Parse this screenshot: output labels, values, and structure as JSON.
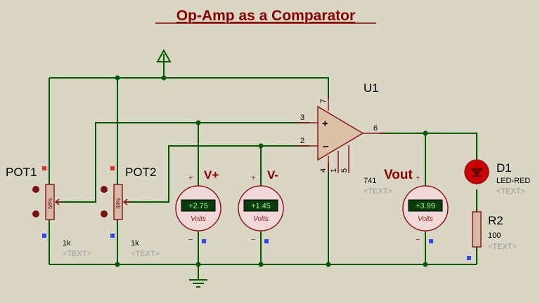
{
  "title": "Op-Amp as a Comparator",
  "colors": {
    "background": "#d9d6c6",
    "wire": "#005a00",
    "component": "#8b1a1a",
    "title": "#8b0000",
    "pin_marker_red": "#e83030",
    "pin_marker_blue": "#3a44ee",
    "meter_body": "#f0d8d8",
    "display_bg": "#0a3b0a",
    "display_text": "#9dff9d",
    "led": "#cc0000",
    "placeholder_text": "#9a9a9a"
  },
  "opamp": {
    "ref": "U1",
    "value": "741",
    "text_placeholder": "<TEXT>",
    "pins": {
      "noninv": "3",
      "inv": "2",
      "out": "6",
      "vminus": "4",
      "offset1": "1",
      "offset2": "5",
      "vplus": "7"
    },
    "plus_sign": "+",
    "minus_sign": "−"
  },
  "pot1": {
    "ref": "POT1",
    "value": "1k",
    "text_placeholder": "<TEXT>",
    "wiper_text": "56%"
  },
  "pot2": {
    "ref": "POT2",
    "value": "1k",
    "text_placeholder": "<TEXT>",
    "wiper_text": "39%"
  },
  "meters": [
    {
      "label": "V+",
      "reading": "+2.75",
      "unit": "Volts",
      "plus": "+",
      "minus": "−"
    },
    {
      "label": "V-",
      "reading": "+1.45",
      "unit": "Volts",
      "plus": "+",
      "minus": "−"
    },
    {
      "label": "Vout",
      "reading": "+3.99",
      "unit": "Volts",
      "plus": "+",
      "minus": "−"
    }
  ],
  "led": {
    "ref": "D1",
    "value": "LED-RED",
    "text_placeholder": "<TEXT>"
  },
  "resistor": {
    "ref": "R2",
    "value": "100",
    "text_placeholder": "<TEXT>"
  }
}
